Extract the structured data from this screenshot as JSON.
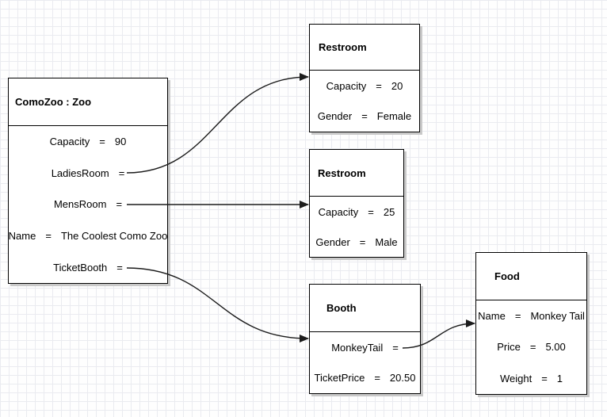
{
  "diagram": {
    "eq": "=",
    "boxes": [
      {
        "title": "ComoZoo : Zoo",
        "fields": [
          {
            "name": "Capacity",
            "value": "90"
          },
          {
            "name": "LadiesRoom",
            "value": ""
          },
          {
            "name": "MensRoom",
            "value": ""
          },
          {
            "name": "Name",
            "value": "The Coolest Como Zoo"
          },
          {
            "name": "TicketBooth",
            "value": ""
          }
        ]
      },
      {
        "title": "Restroom",
        "fields": [
          {
            "name": "Capacity",
            "value": "20"
          },
          {
            "name": "Gender",
            "value": "Female"
          }
        ]
      },
      {
        "title": "Restroom",
        "fields": [
          {
            "name": "Capacity",
            "value": "25"
          },
          {
            "name": "Gender",
            "value": "Male"
          }
        ]
      },
      {
        "title": "Booth",
        "fields": [
          {
            "name": "MonkeyTail",
            "value": ""
          },
          {
            "name": "TicketPrice",
            "value": "20.50"
          }
        ]
      },
      {
        "title": "Food",
        "fields": [
          {
            "name": "Name",
            "value": "Monkey Tail"
          },
          {
            "name": "Price",
            "value": "5.00"
          },
          {
            "name": "Weight",
            "value": "1"
          }
        ]
      }
    ],
    "connections": [
      {
        "from": "ComoZoo : Zoo . LadiesRoom",
        "to": "Restroom (Gender = Female)"
      },
      {
        "from": "ComoZoo : Zoo . MensRoom",
        "to": "Restroom (Gender = Male)"
      },
      {
        "from": "ComoZoo : Zoo . TicketBooth",
        "to": "Booth"
      },
      {
        "from": "Booth . MonkeyTail",
        "to": "Food"
      }
    ],
    "colors": {
      "box_fill": "#ffffff",
      "box_border": "#000000",
      "box_shadow": "#c9c9c9",
      "grid_line": "#eaebf0",
      "arrow": "#1c1c1c"
    }
  }
}
